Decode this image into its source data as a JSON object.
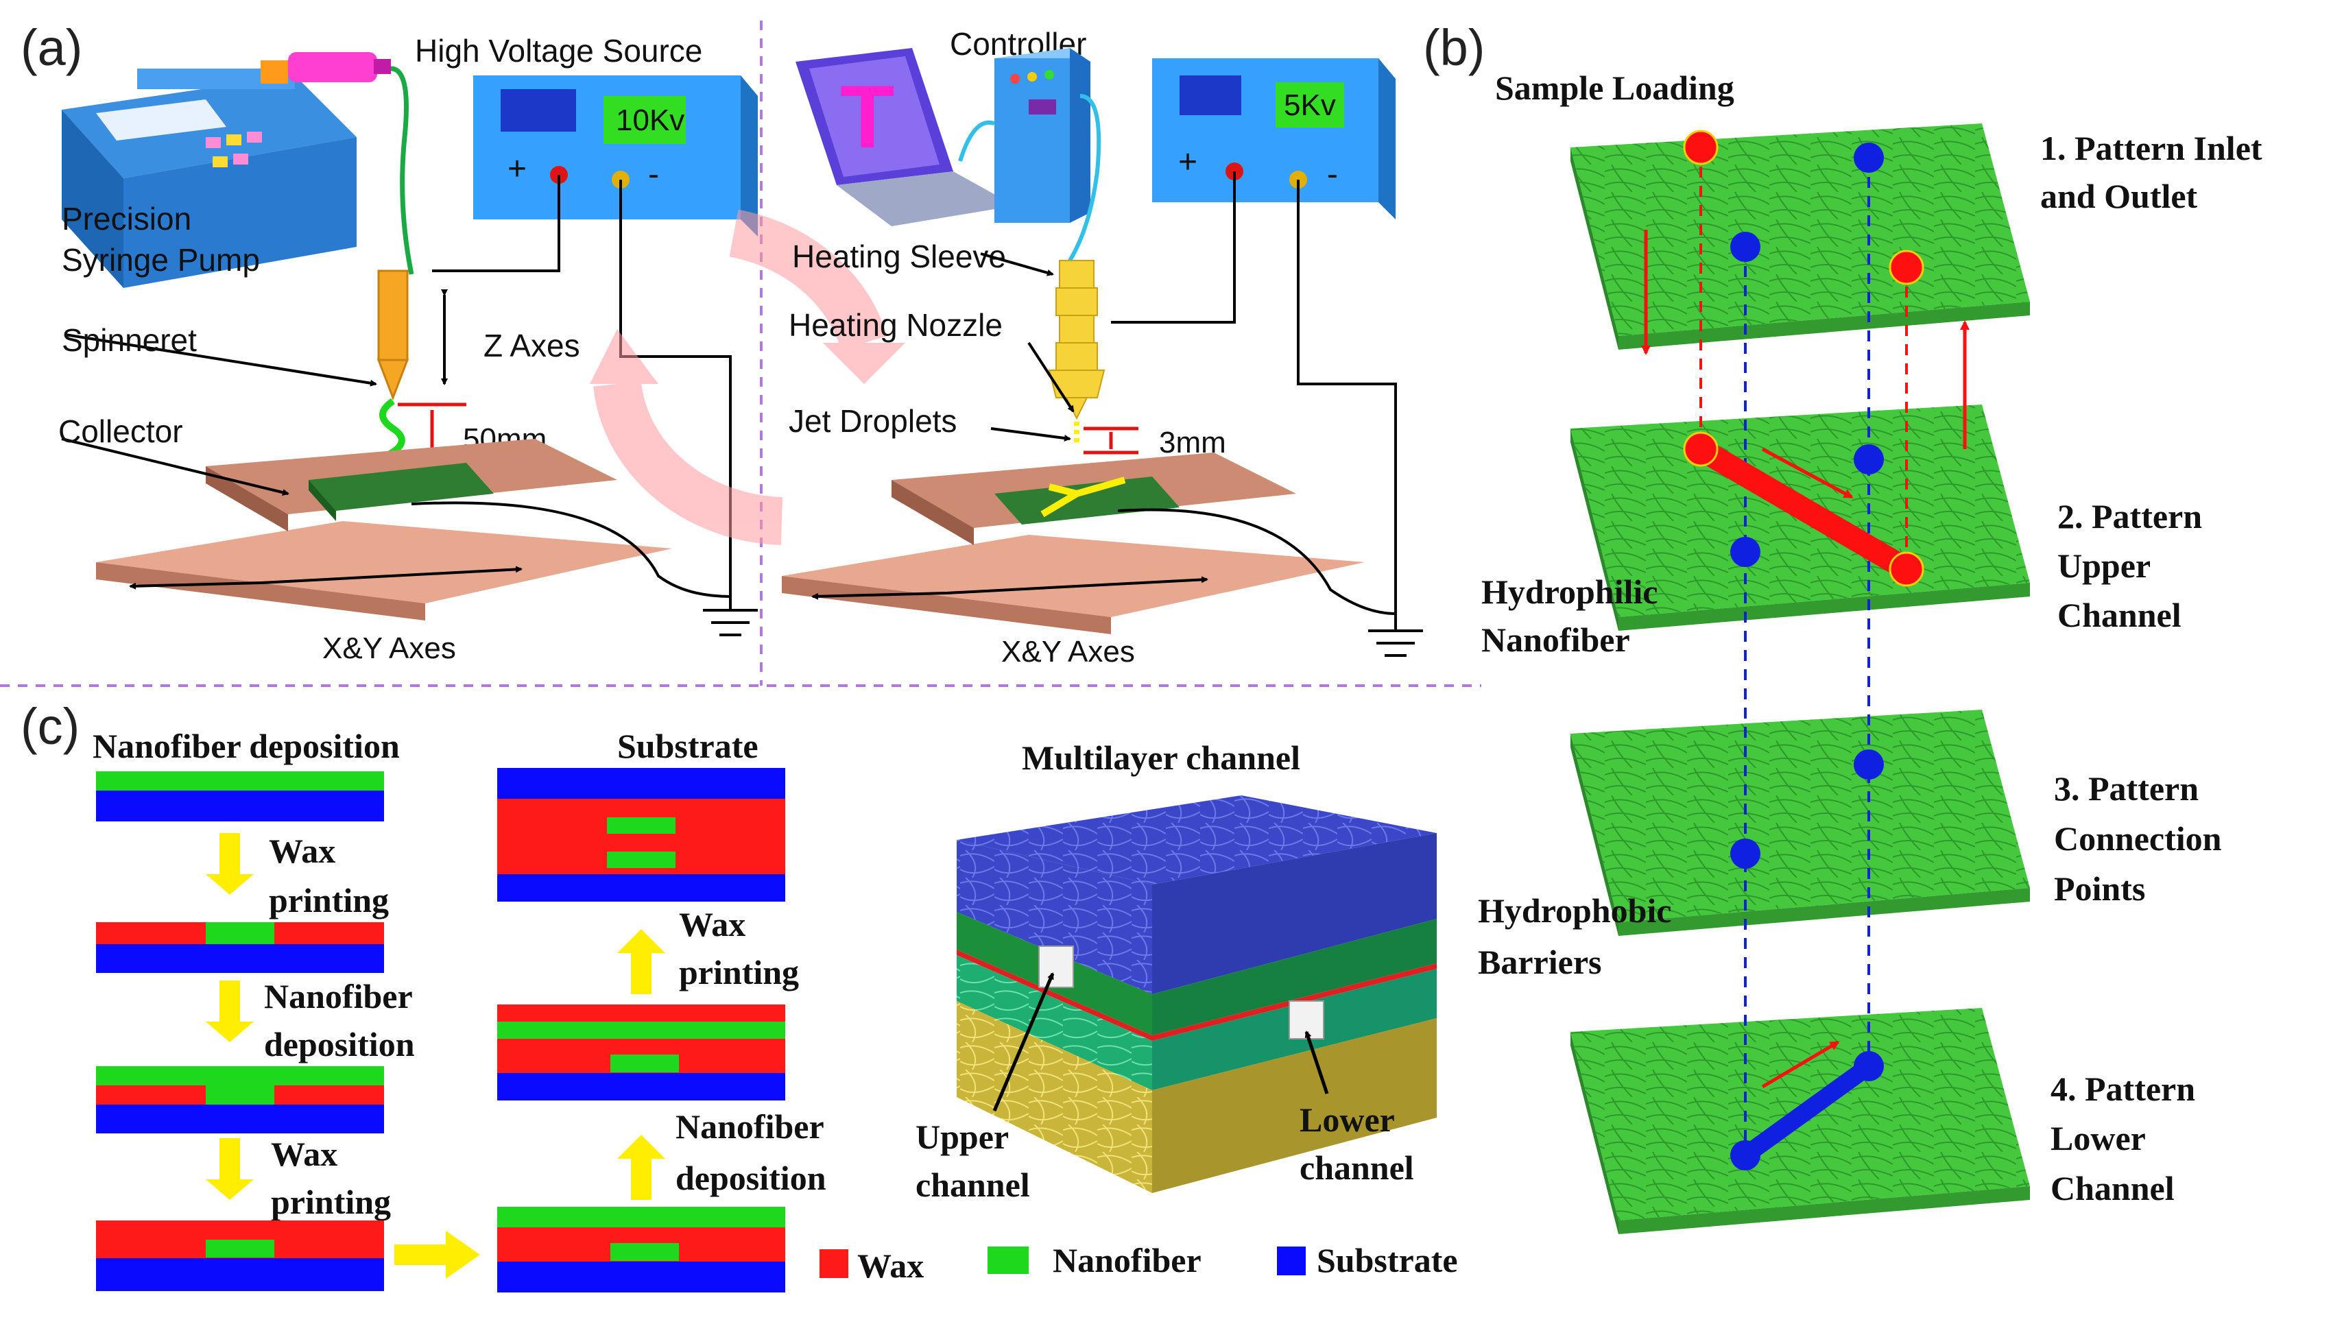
{
  "panel_a": {
    "label": "(a)",
    "left": {
      "hv_title": "High Voltage Source",
      "voltage": "10Kv",
      "plus": "+",
      "minus": "-",
      "pump_line1": "Precision",
      "pump_line2": "Syringe Pump",
      "spinneret": "Spinneret",
      "z_axes": "Z Axes",
      "distance": "50mm",
      "collector": "Collector",
      "xy_axes": "X&Y Axes"
    },
    "right": {
      "controller": "Controller",
      "laptop_letter": "T",
      "voltage": "5Kv",
      "plus": "+",
      "minus": "-",
      "heating_sleeve": "Heating Sleeve",
      "heating_nozzle": "Heating Nozzle",
      "jet_droplets": "Jet Droplets",
      "distance": "3mm",
      "xy_axes": "X&Y Axes"
    }
  },
  "panel_b": {
    "label": "(b)",
    "sample_loading": "Sample Loading",
    "step1_line1": "1. Pattern Inlet",
    "step1_line2": "and Outlet",
    "step2_line1": "2. Pattern",
    "step2_line2": "Upper",
    "step2_line3": "Channel",
    "step3_line1": "3. Pattern",
    "step3_line2": "Connection",
    "step3_line3": "Points",
    "step4_line1": "4. Pattern",
    "step4_line2": "Lower",
    "step4_line3": "Channel",
    "hydrophilic_line1": "Hydrophilic",
    "hydrophilic_line2": "Nanofiber",
    "hydrophobic_line1": "Hydrophobic",
    "hydrophobic_line2": "Barriers"
  },
  "panel_c": {
    "label": "(c)",
    "nanofiber_deposition": "Nanofiber deposition",
    "wax_printing_1a": "Wax",
    "wax_printing_1b": "printing",
    "nanofiber_dep_2a": "Nanofiber",
    "nanofiber_dep_2b": "deposition",
    "wax_printing_3a": "Wax",
    "wax_printing_3b": "printing",
    "nanofiber_dep_4a": "Nanofiber",
    "nanofiber_dep_4b": "deposition",
    "wax_printing_5a": "Wax",
    "wax_printing_5b": "printing",
    "substrate_title": "Substrate",
    "multilayer_title": "Multilayer channel",
    "upper_channel_1": "Upper",
    "upper_channel_2": "channel",
    "lower_channel_1": "Lower",
    "lower_channel_2": "channel",
    "legend_wax": "Wax",
    "legend_nanofiber": "Nanofiber",
    "legend_substrate": "Substrate"
  },
  "colors": {
    "wax": "#ff1a1a",
    "nanofiber": "#1ed81e",
    "substrate": "#0a0aff",
    "arrow_yellow": "#ffee00",
    "green_layer": "#3ec23a",
    "copper": "#d99a82",
    "box_blue": "#2f8fe8",
    "display_green": "#33dd22",
    "dashed_purple": "#b07ad8"
  }
}
